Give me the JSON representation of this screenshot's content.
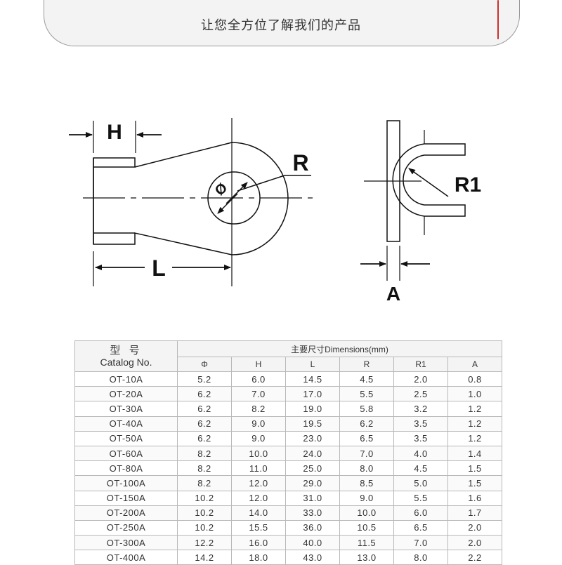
{
  "header": {
    "subtitle": "让您全方位了解我们的产品"
  },
  "drawing": {
    "labels": {
      "H": "H",
      "L": "L",
      "R": "R",
      "phi": "Ø",
      "R1": "R1",
      "A": "A"
    }
  },
  "table": {
    "catalog_cn": "型 号",
    "catalog_en": "Catalog No.",
    "dimensions_header": "主要尺寸Dimensions(mm)",
    "columns": [
      "Φ",
      "H",
      "L",
      "R",
      "R1",
      "A"
    ],
    "rows": [
      [
        "OT-10A",
        "5.2",
        "6.0",
        "14.5",
        "4.5",
        "2.0",
        "0.8"
      ],
      [
        "OT-20A",
        "6.2",
        "7.0",
        "17.0",
        "5.5",
        "2.5",
        "1.0"
      ],
      [
        "OT-30A",
        "6.2",
        "8.2",
        "19.0",
        "5.8",
        "3.2",
        "1.2"
      ],
      [
        "OT-40A",
        "6.2",
        "9.0",
        "19.5",
        "6.2",
        "3.5",
        "1.2"
      ],
      [
        "OT-50A",
        "6.2",
        "9.0",
        "23.0",
        "6.5",
        "3.5",
        "1.2"
      ],
      [
        "OT-60A",
        "8.2",
        "10.0",
        "24.0",
        "7.0",
        "4.0",
        "1.4"
      ],
      [
        "OT-80A",
        "8.2",
        "11.0",
        "25.0",
        "8.0",
        "4.5",
        "1.5"
      ],
      [
        "OT-100A",
        "8.2",
        "12.0",
        "29.0",
        "8.5",
        "5.0",
        "1.5"
      ],
      [
        "OT-150A",
        "10.2",
        "12.0",
        "31.0",
        "9.0",
        "5.5",
        "1.6"
      ],
      [
        "OT-200A",
        "10.2",
        "14.0",
        "33.0",
        "10.0",
        "6.0",
        "1.7"
      ],
      [
        "OT-250A",
        "10.2",
        "15.5",
        "36.0",
        "10.5",
        "6.5",
        "2.0"
      ],
      [
        "OT-300A",
        "12.2",
        "16.0",
        "40.0",
        "11.5",
        "7.0",
        "2.0"
      ],
      [
        "OT-400A",
        "14.2",
        "18.0",
        "43.0",
        "13.0",
        "8.0",
        "2.2"
      ]
    ]
  }
}
